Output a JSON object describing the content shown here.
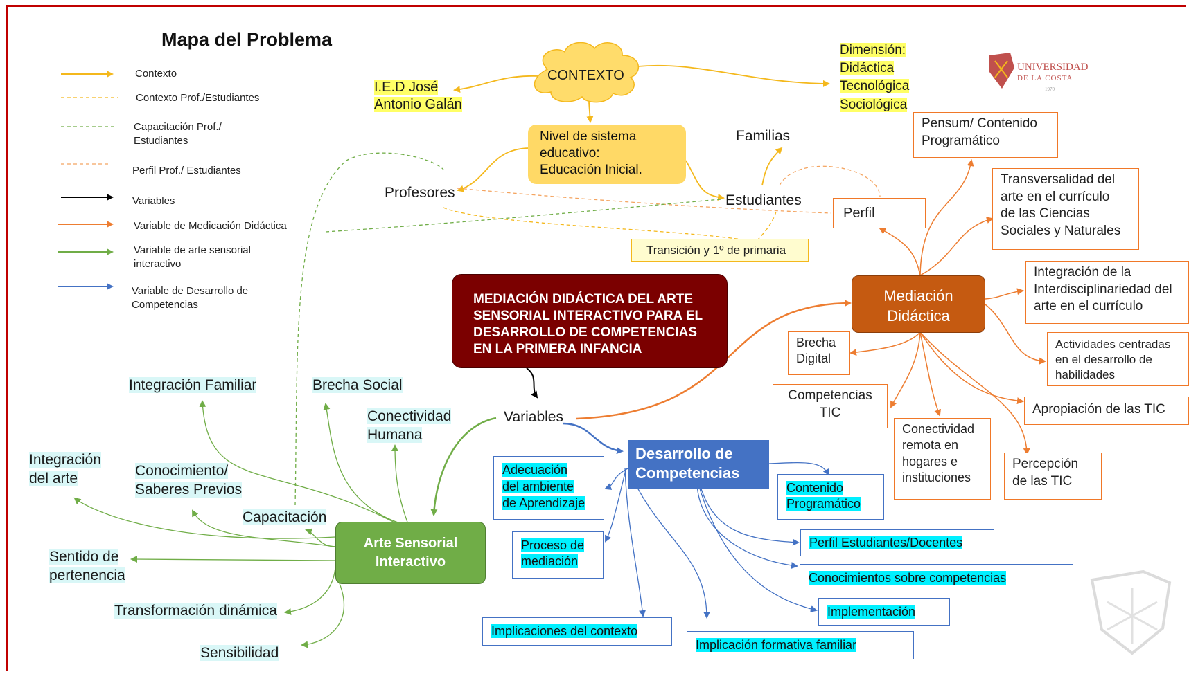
{
  "title": "Mapa del Problema",
  "colors": {
    "frame": "#c00000",
    "context_arrow": "#f4b81c",
    "training_dashed": "#70ad47",
    "profile_dashed": "#f4a460",
    "mediation": "#ed7d31",
    "art": "#70ad47",
    "competencies": "#4472c4",
    "center_box": "#7b0000",
    "mediation_box": "#c55a11",
    "art_box": "#70ad47",
    "dev_box": "#4472c4"
  },
  "legend": [
    {
      "label": "Contexto",
      "style": "solid-yellow"
    },
    {
      "label": "Contexto Prof./Estudiantes",
      "style": "dashed-yellow"
    },
    {
      "label": "Capacitación Prof./\nEstudiantes",
      "style": "dashed-green"
    },
    {
      "label": "Perfil Prof./ Estudiantes",
      "style": "dashed-orange"
    },
    {
      "label": "Variables",
      "style": "solid-black"
    },
    {
      "label": "Variable de Medicación Didáctica",
      "style": "solid-orange"
    },
    {
      "label": "Variable de arte sensorial\ninteractivo",
      "style": "solid-green"
    },
    {
      "label": "Variable de Desarrollo de\nCompetencias",
      "style": "solid-blue"
    }
  ],
  "context": {
    "cloud": "CONTEXTO",
    "school_line1": "I.E.D José",
    "school_line2": "Antonio Galán",
    "dimension_lines": [
      "Dimensión:",
      "Didáctica",
      "Tecnológica",
      "Sociológica"
    ],
    "level": "Nivel de sistema\neducativo:\nEducación Inicial.",
    "teachers": "Profesores",
    "students": "Estudiantes",
    "families": "Familias",
    "profile": "Perfil",
    "transition": "Transición y 1º de primaria"
  },
  "logo": {
    "line1": "UNIVERSIDAD",
    "line2": "DE LA COSTA",
    "line3": "1970"
  },
  "center": {
    "title": "MEDIACIÓN DIDÁCTICA DEL ARTE\nSENSORIAL INTERACTIVO PARA  EL\nDESARROLLO DE COMPETENCIAS\nEN LA PRIMERA INFANCIA",
    "variables": "Variables"
  },
  "mediation": {
    "label": "Mediación\nDidáctica",
    "items": [
      "Pensum/ Contenido\nProgramático",
      "Transversalidad del\narte en el currículo\nde las Ciencias\nSociales y Naturales",
      "Integración de la\nInterdisciplinariedad del\narte en el currículo",
      "Actividades centradas\nen el desarrollo de\nhabilidades",
      "Apropiación de las TIC",
      "Percepción\nde las TIC",
      "Conectividad\nremota en\nhogares e\ninstituciones",
      "Competencias\nTIC",
      "Brecha\nDigital"
    ]
  },
  "development": {
    "label": "Desarrollo   de\nCompetencias",
    "items": [
      "Adecuación\ndel ambiente\nde Aprendizaje",
      "Proceso de\nmediación",
      "Implicaciones del contexto",
      "Implicación formativa familiar",
      "Contenido\nProgramático",
      "Perfil Estudiantes/Docentes",
      "Conocimientos sobre competencias",
      "Implementación"
    ]
  },
  "art": {
    "label": "Arte Sensorial\nInteractivo",
    "items": [
      "Integración Familiar",
      "Brecha Social",
      "Conectividad\nHumana",
      "Integración\ndel arte",
      "Conocimiento/\nSaberes Previos",
      "Capacitación",
      "Sentido de\npertenencia",
      "Transformación dinámica",
      "Sensibilidad"
    ]
  }
}
